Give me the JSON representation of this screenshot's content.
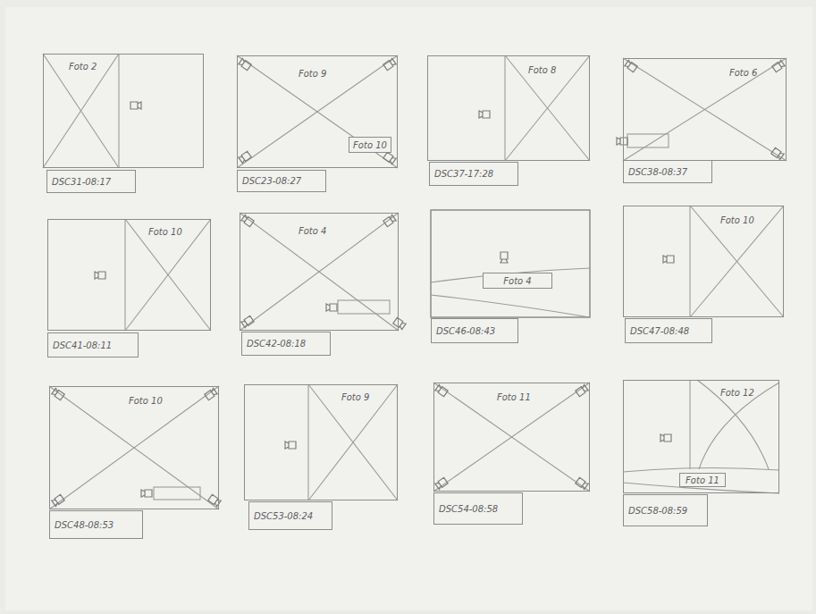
{
  "diagram": {
    "nodes": [
      {
        "text": [
          "Foto 2"
        ]
      },
      {
        "text": [
          "DSC31-08:17"
        ]
      },
      {
        "text": [
          "Foto 9"
        ]
      },
      {
        "text": [
          "Foto 10"
        ],
        "in": 2
      },
      {
        "text": [
          "DSC23-08:27"
        ]
      },
      {
        "text": [
          "Foto 8"
        ]
      },
      {
        "text": [
          "DSC37-17:28"
        ]
      },
      {
        "text": [
          "Foto 6"
        ]
      },
      {
        "text": [
          "DSC38-08:37"
        ]
      },
      {
        "text": [
          "Foto 10"
        ]
      },
      {
        "text": [
          "DSC41-08:11"
        ]
      },
      {
        "text": [
          "Foto 4"
        ]
      },
      {
        "text": [
          "DSC42-08:18"
        ]
      },
      {
        "text": [
          "Foto 4"
        ]
      },
      {
        "text": [
          "DSC46-08:43"
        ]
      },
      {
        "text": [
          "Foto 10"
        ]
      },
      {
        "text": [
          "DSC47-08:48"
        ]
      },
      {
        "text": [
          "Foto 10"
        ]
      },
      {
        "text": [
          "DSC48-08:53"
        ]
      },
      {
        "text": [
          "Foto 9"
        ]
      },
      {
        "text": [
          "DSC53-08:24"
        ]
      },
      {
        "text": [
          "Foto 11"
        ]
      },
      {
        "text": [
          "DSC54-08:58"
        ]
      },
      {
        "text": [
          "Foto 12"
        ]
      },
      {
        "text": [
          "Foto 11"
        ],
        "in": 23
      },
      {
        "text": [
          "DSC58-08:59"
        ]
      }
    ]
  }
}
